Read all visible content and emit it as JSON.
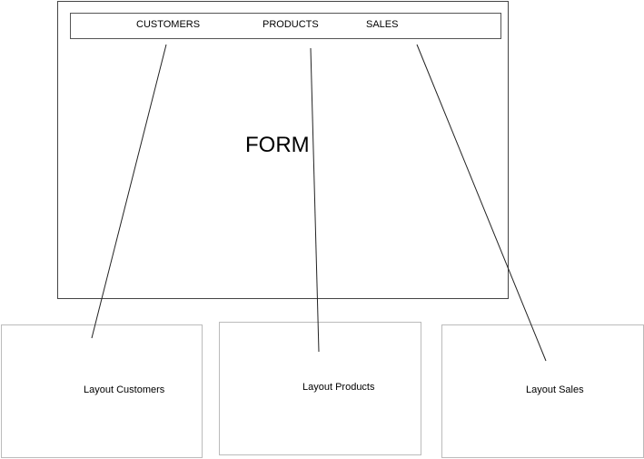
{
  "form": {
    "title": "FORM",
    "menu": [
      "CUSTOMERS",
      "PRODUCTS",
      "SALES"
    ]
  },
  "layouts": [
    "Layout Customers",
    "Layout Products",
    "Layout Sales"
  ]
}
